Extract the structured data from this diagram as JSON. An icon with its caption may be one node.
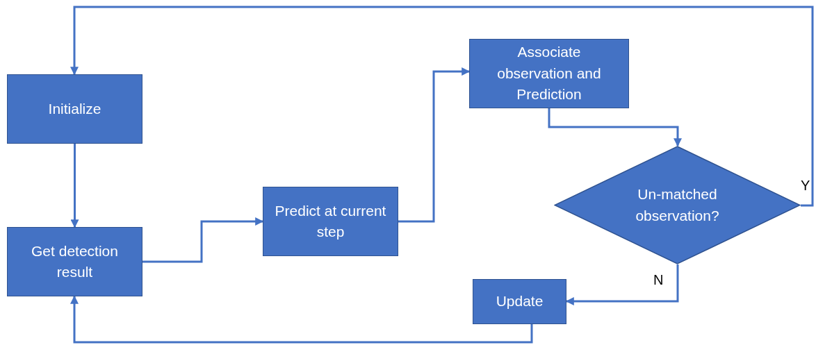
{
  "diagram": {
    "nodes": [
      {
        "text": [
          "Initialize"
        ]
      },
      {
        "text": [
          "Get detection result"
        ]
      },
      {
        "text": [
          "Predict at current step"
        ]
      },
      {
        "text": [
          "Associate observation and Prediction"
        ]
      },
      {
        "text": [
          "Un-matched observation?"
        ]
      },
      {
        "text": [
          "Update"
        ]
      }
    ],
    "edges": [
      {
        "from": 0,
        "to": 1,
        "arrow": "to"
      },
      {
        "from": 1,
        "to": 2,
        "arrow": "to"
      },
      {
        "from": 2,
        "to": 3,
        "arrow": "to"
      },
      {
        "from": 3,
        "to": 4,
        "arrow": "to"
      },
      {
        "from": 4,
        "to": 0,
        "arrow": "to",
        "label": "Y"
      },
      {
        "from": 4,
        "to": 5,
        "arrow": "to",
        "label": "N"
      },
      {
        "from": 5,
        "to": 1,
        "arrow": "to"
      }
    ]
  }
}
